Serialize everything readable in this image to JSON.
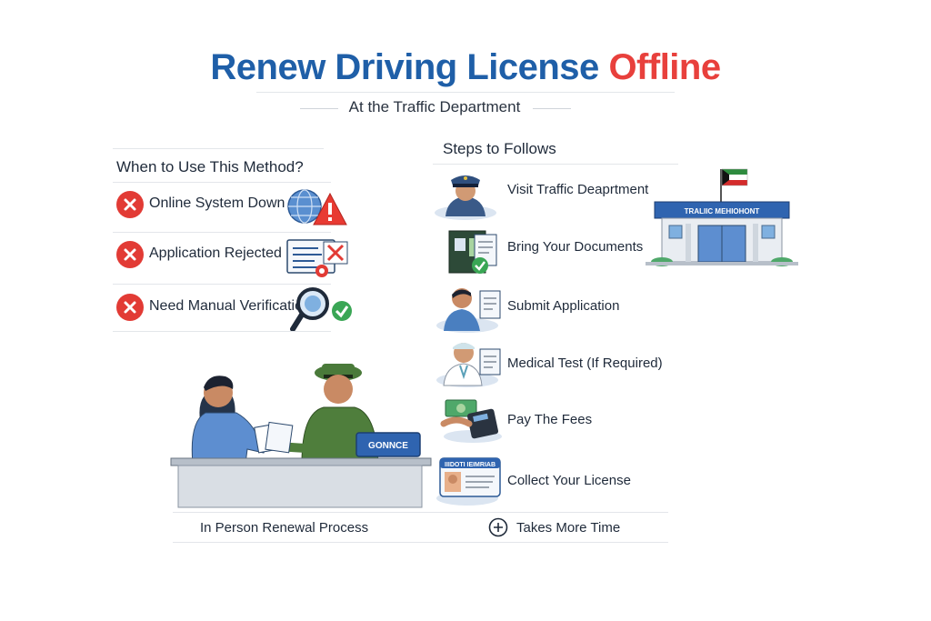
{
  "header": {
    "title_part1": "Renew Driving License",
    "title_part2": "Offline",
    "subtitle": "At the Traffic Department"
  },
  "reasons": {
    "heading": "When to Use This Method?",
    "items": [
      {
        "label": "Online System Down",
        "icon": "globe-warning-icon"
      },
      {
        "label": "Application Rejected",
        "icon": "rejected-form-icon"
      },
      {
        "label": "Need Manual Verification",
        "icon": "magnifier-check-icon"
      }
    ]
  },
  "steps": {
    "heading": "Steps to Follows",
    "items": [
      {
        "label": "Visit Traffic Deaprtment",
        "icon": "traffic-officer-icon"
      },
      {
        "label": "Bring Your Documents",
        "icon": "documents-icon"
      },
      {
        "label": "Submit Application",
        "icon": "person-application-icon"
      },
      {
        "label": "Medical Test (If Required)",
        "icon": "doctor-icon"
      },
      {
        "label": "Pay The Fees",
        "icon": "card-payment-icon"
      },
      {
        "label": "Collect Your License",
        "icon": "license-card-icon"
      }
    ]
  },
  "building": {
    "sign": "TRALIIC MEHIOHONT",
    "flag_colors": [
      "#2e8b3e",
      "#ffffff",
      "#d42b2b",
      "#111111"
    ]
  },
  "illustration": {
    "counter_sign": "GONNCE",
    "card_header": "IIIDOTI IEIMRIAB"
  },
  "footer": {
    "left_label": "In  Person Renewal Process",
    "right_label": "Takes More Time"
  },
  "colors": {
    "title_blue": "#1f5fa8",
    "title_red": "#e8403c",
    "reject_red": "#e23b35",
    "check_green": "#3aa655"
  }
}
